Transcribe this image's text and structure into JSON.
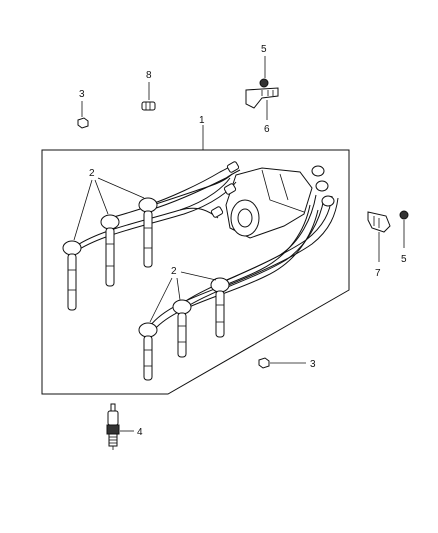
{
  "callouts": {
    "c1": "1",
    "c2a": "2",
    "c2b": "2",
    "c3a": "3",
    "c3b": "3",
    "c4": "4",
    "c5a": "5",
    "c5b": "5",
    "c6": "6",
    "c7": "7",
    "c8": "8"
  },
  "parts": {
    "p1": "ignition-wire-set",
    "p2": "spark-plug-boot",
    "p3": "nut",
    "p4": "spark-plug",
    "p5": "bolt",
    "p6": "wire-bracket",
    "p7": "wire-bracket",
    "p8": "wire-clip"
  }
}
